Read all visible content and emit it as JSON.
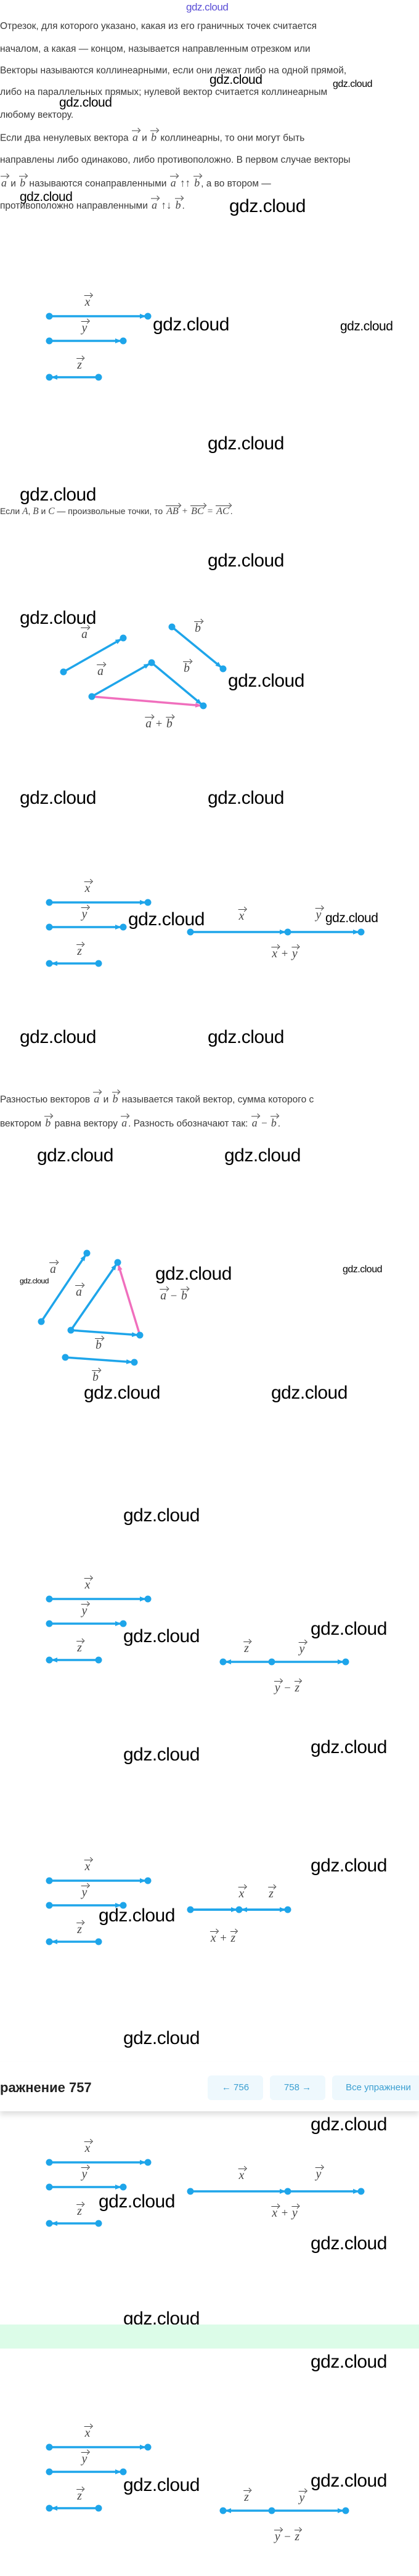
{
  "watermark": "gdz.cloud",
  "colors": {
    "vector": "#1ea5ea",
    "result": "#f06fbd",
    "nav_button_bg": "#eef8fd",
    "nav_button_text": "#3b9fd1",
    "band": "#dcfce8"
  },
  "theory": {
    "lines": [
      [
        {
          "t": "Отрезок, для которого указано, какая из его граничных точек считается"
        }
      ],
      [
        {
          "t": "началом, а какая — концом, называется направленным отрезком или"
        }
      ],
      [
        {
          "t": "Векторы называются коллинеарными, если они лежат либо на одной прямой,"
        }
      ],
      [
        {
          "t": "либо на параллельных прямых; нулевой вектор считается коллинеарным"
        }
      ],
      [
        {
          "t": "любому вектору."
        }
      ],
      [
        {
          "t": "Если два ненулевых вектора "
        },
        {
          "v": "a"
        },
        {
          "t": " и "
        },
        {
          "v": "b"
        },
        {
          "t": " коллинеарны, то они могут быть"
        }
      ],
      [
        {
          "t": "направлены либо одинаково, либо противоположно. В первом случае векторы"
        }
      ],
      [
        {
          "v": "a"
        },
        {
          "t": " и "
        },
        {
          "v": "b"
        },
        {
          "t": " называются сонаправленными "
        },
        {
          "v": "a"
        },
        {
          "o": " ↑↑ "
        },
        {
          "v": "b"
        },
        {
          "t": ", а во втором —"
        }
      ],
      [
        {
          "t": "противоположно направленными "
        },
        {
          "v": "a"
        },
        {
          "o": " ↑↓ "
        },
        {
          "v": "b"
        },
        {
          "t": "."
        }
      ]
    ],
    "sum_rule": [
      {
        "t": "Если "
      },
      {
        "m": "A"
      },
      {
        "t": ", "
      },
      {
        "m": "B"
      },
      {
        "t": " и "
      },
      {
        "m": "C"
      },
      {
        "t": " — произвольные точки, то "
      },
      {
        "v": "AB"
      },
      {
        "o": " + "
      },
      {
        "v": "BC"
      },
      {
        "o": " = "
      },
      {
        "v": "AC"
      },
      {
        "t": "."
      }
    ],
    "difference": [
      [
        {
          "t": "Разностью векторов "
        },
        {
          "v": "a"
        },
        {
          "t": " и "
        },
        {
          "v": "b"
        },
        {
          "t": " называется такой вектор, сумма которого с"
        }
      ],
      [
        {
          "t": "вектором "
        },
        {
          "v": "b"
        },
        {
          "t": " равна вектору "
        },
        {
          "v": "a"
        },
        {
          "t": ". Разность обозначают так: "
        },
        {
          "v": "a"
        },
        {
          "o": " − "
        },
        {
          "v": "b"
        },
        {
          "t": "."
        }
      ]
    ]
  },
  "figures": [
    {
      "labels": [
        [
          {
            "v": "x"
          }
        ],
        [
          {
            "v": "y"
          }
        ],
        [
          {
            "v": "z"
          }
        ]
      ]
    },
    {
      "labels": [
        [
          {
            "v": "a"
          }
        ],
        [
          {
            "v": "a"
          }
        ],
        [
          {
            "v": "b"
          }
        ],
        [
          {
            "v": "b"
          }
        ],
        [
          {
            "v": "a"
          },
          {
            "o": " + "
          },
          {
            "v": "b"
          }
        ]
      ]
    },
    {
      "labels": [
        [
          {
            "v": "x"
          }
        ],
        [
          {
            "v": "y"
          }
        ],
        [
          {
            "v": "z"
          }
        ],
        [
          {
            "v": "x"
          }
        ],
        [
          {
            "v": "y"
          }
        ],
        [
          {
            "v": "x"
          },
          {
            "o": " + "
          },
          {
            "v": "y"
          }
        ]
      ]
    },
    {
      "labels": [
        [
          {
            "v": "a"
          }
        ],
        [
          {
            "v": "a"
          }
        ],
        [
          {
            "v": "a"
          },
          {
            "o": " − "
          },
          {
            "v": "b"
          }
        ],
        [
          {
            "v": "b"
          }
        ],
        [
          {
            "v": "b"
          }
        ]
      ]
    },
    {
      "labels": [
        [
          {
            "v": "x"
          }
        ],
        [
          {
            "v": "y"
          }
        ],
        [
          {
            "v": "z"
          }
        ],
        [
          {
            "v": "z"
          }
        ],
        [
          {
            "v": "y"
          }
        ],
        [
          {
            "v": "y"
          },
          {
            "o": " − "
          },
          {
            "v": "z"
          }
        ]
      ]
    },
    {
      "labels": [
        [
          {
            "v": "x"
          }
        ],
        [
          {
            "v": "y"
          }
        ],
        [
          {
            "v": "z"
          }
        ],
        [
          {
            "v": "x"
          }
        ],
        [
          {
            "v": "z"
          }
        ],
        [
          {
            "v": "x"
          },
          {
            "o": " + "
          },
          {
            "v": "z"
          }
        ]
      ]
    },
    {
      "labels": [
        [
          {
            "v": "x"
          }
        ],
        [
          {
            "v": "y"
          }
        ],
        [
          {
            "v": "z"
          }
        ],
        [
          {
            "v": "x"
          }
        ],
        [
          {
            "v": "y"
          }
        ],
        [
          {
            "v": "x"
          },
          {
            "o": " + "
          },
          {
            "v": "y"
          }
        ]
      ]
    },
    {
      "labels": [
        [
          {
            "v": "x"
          }
        ],
        [
          {
            "v": "y"
          }
        ],
        [
          {
            "v": "z"
          }
        ],
        [
          {
            "v": "z"
          }
        ],
        [
          {
            "v": "y"
          }
        ],
        [
          {
            "v": "y"
          },
          {
            "o": " − "
          },
          {
            "v": "z"
          }
        ]
      ]
    }
  ],
  "nav": {
    "title": "ражнение 757",
    "prev": "← 756",
    "next": "758 →",
    "all": "Все упражнени"
  }
}
